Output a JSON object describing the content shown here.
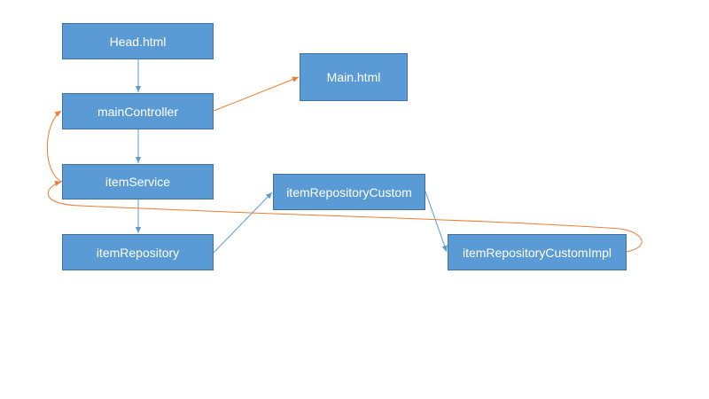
{
  "diagram": {
    "colors": {
      "box_fill": "#5b9bd5",
      "box_border": "#41719c",
      "box_text": "#ffffff",
      "call_arrow": "#5b9bd5",
      "return_arrow": "#ed7d31"
    },
    "nodes": {
      "head": "Head.html",
      "main": "Main.html",
      "main_controller": "mainController",
      "item_service": "itemService",
      "item_repository": "itemRepository",
      "item_repository_custom": "itemRepositoryCustom",
      "item_repository_custom_impl": "itemRepositoryCustomImpl"
    },
    "edges": [
      {
        "from": "head",
        "to": "main_controller",
        "kind": "call"
      },
      {
        "from": "main_controller",
        "to": "item_service",
        "kind": "call"
      },
      {
        "from": "item_service",
        "to": "item_repository",
        "kind": "call"
      },
      {
        "from": "item_repository",
        "to": "item_repository_custom",
        "kind": "call"
      },
      {
        "from": "item_repository_custom",
        "to": "item_repository_custom_impl",
        "kind": "call"
      },
      {
        "from": "item_repository_custom_impl",
        "to": "item_service",
        "kind": "return"
      },
      {
        "from": "item_service",
        "to": "main_controller",
        "kind": "return"
      },
      {
        "from": "main_controller",
        "to": "main",
        "kind": "return"
      }
    ]
  }
}
